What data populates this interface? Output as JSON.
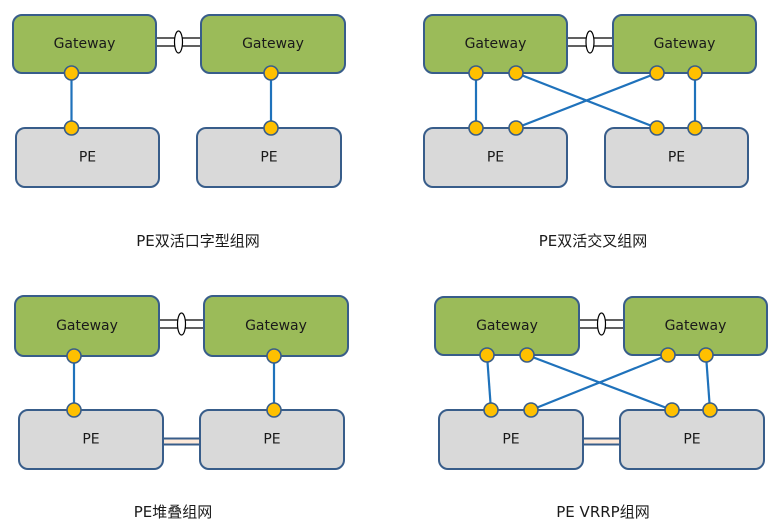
{
  "colors": {
    "gateway_fill": "#9bbb59",
    "pe_fill": "#d9d9d9",
    "border": "#385d8a",
    "link": "#1f72bb",
    "port": "#ffc000",
    "stack_link": "#fde9d9"
  },
  "diagrams": [
    {
      "caption": "PE双活口字型组网",
      "gateways": [
        {
          "label": "Gateway"
        },
        {
          "label": "Gateway"
        }
      ],
      "pes": [
        {
          "label": "PE"
        },
        {
          "label": "PE"
        }
      ],
      "topology": "straight",
      "gateway_trunk": true,
      "pe_stack_link": false
    },
    {
      "caption": "PE双活交叉组网",
      "gateways": [
        {
          "label": "Gateway"
        },
        {
          "label": "Gateway"
        }
      ],
      "pes": [
        {
          "label": "PE"
        },
        {
          "label": "PE"
        }
      ],
      "topology": "cross",
      "gateway_trunk": true,
      "pe_stack_link": false
    },
    {
      "caption": "PE堆叠组网",
      "gateways": [
        {
          "label": "Gateway"
        },
        {
          "label": "Gateway"
        }
      ],
      "pes": [
        {
          "label": "PE"
        },
        {
          "label": "PE"
        }
      ],
      "topology": "straight",
      "gateway_trunk": true,
      "pe_stack_link": true
    },
    {
      "caption": "PE VRRP组网",
      "gateways": [
        {
          "label": "Gateway"
        },
        {
          "label": "Gateway"
        }
      ],
      "pes": [
        {
          "label": "PE"
        },
        {
          "label": "PE"
        }
      ],
      "topology": "cross",
      "gateway_trunk": true,
      "pe_stack_link": true
    }
  ]
}
